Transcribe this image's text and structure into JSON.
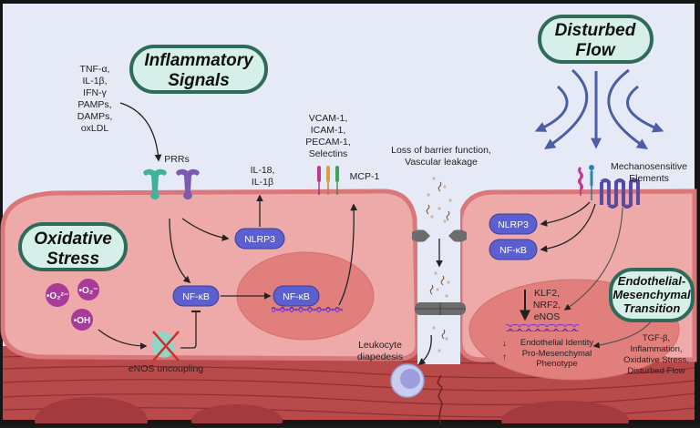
{
  "titles": {
    "inflammatory": [
      "Inflammatory",
      "Signals"
    ],
    "disturbed_flow": [
      "Disturbed",
      "Flow"
    ],
    "oxidative": [
      "Oxidative",
      "Stress"
    ],
    "endmt": [
      "Endothelial-",
      "Mesenchymal",
      "Transition"
    ]
  },
  "labels": {
    "stimuli": [
      "TNF-α,",
      "IL-1β,",
      "IFN-γ",
      "PAMPs,",
      "DAMPs,",
      "oxLDL"
    ],
    "prrs": "PRRs",
    "il18": [
      "IL-18,",
      "IL-1β"
    ],
    "adhesion": [
      "VCAM-1,",
      "ICAM-1,",
      "PECAM-1,",
      "Selectins"
    ],
    "mcp1": "MCP-1",
    "barrier": [
      "Loss of barrier function,",
      "Vascular leakage"
    ],
    "mechano": [
      "Mechanosensitive",
      "Elements"
    ],
    "leukocyte": [
      "Leukocyte",
      "diapedesis"
    ],
    "enos_uncoupling": "eNOS uncoupling",
    "klf2": [
      "KLF2,",
      "NRF2,",
      "eNOS"
    ],
    "endo_identity": "Endothelial Identity",
    "pro_mes": [
      "Pro-Mesenchymal",
      "Phenotype"
    ],
    "tgf": [
      "TGF-β,",
      "Inflammation,",
      "Oxidative Stress,",
      "Disturbed Flow"
    ]
  },
  "pills": {
    "nlrp3_left": "NLRP3",
    "nfkb_cyto": "NF-κB",
    "nfkb_nucleus": "NF-κB",
    "nlrp3_right": "NLRP3",
    "nfkb_right": "NF-κB"
  },
  "ros": {
    "superoxide_2": "•O₂²⁻",
    "superoxide": "•O₂⁻",
    "hydroxyl": "•OH"
  },
  "colors": {
    "lumen": "#e6eaf7",
    "cell": "#eeaaa8",
    "cell_border": "#d9777a",
    "nucleus": "#e17f7d",
    "muscle": "#b84a4a",
    "pill": "#5b5fcf",
    "title_fill": "#d6efe9",
    "title_border": "#2e6b58",
    "flow_arrow": "#4c5ea6",
    "ros": "#a83b97"
  }
}
